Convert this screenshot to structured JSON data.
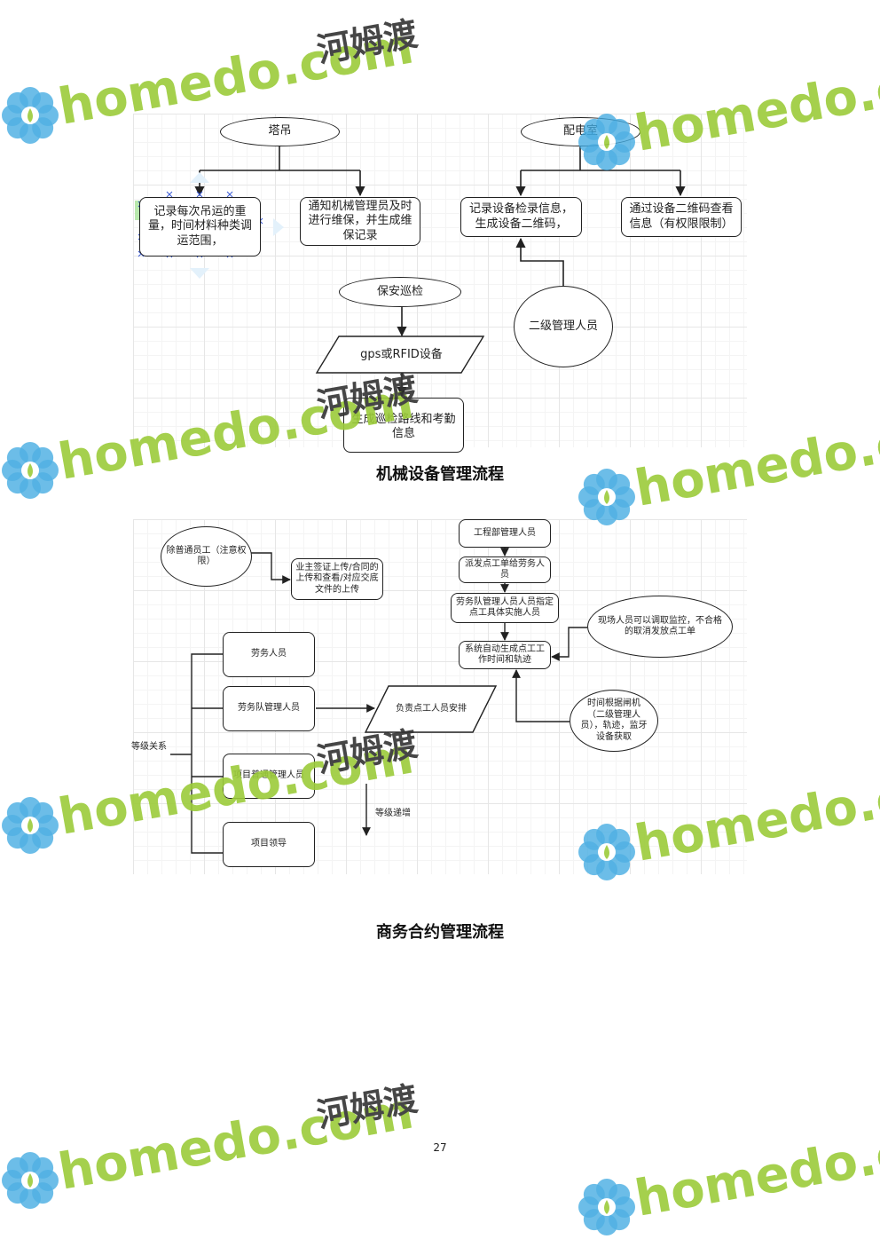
{
  "diagram1": {
    "nodes": {
      "tower_crane": "塔吊",
      "record_lifting": "记录每次吊运的重量，时间材料种类调运范围，",
      "notify_manager": "通知机械管理员及时进行维保，并生成维保记录",
      "power_room": "配电室",
      "record_inspection": "记录设备检录信息，生成设备二维码，",
      "qr_view": "通过设备二维码查看信息（有权限限制）",
      "security_patrol": "保安巡检",
      "gps_rfid": "gps或RFID设备",
      "secondary_manager": "二级管理人员",
      "patrol_route": "生成巡检路线和考勤信息"
    }
  },
  "caption1": "机械设备管理流程",
  "diagram2": {
    "nodes": {
      "except_staff": "除普通员工（注意权限）",
      "owner_upload": "业主签证上传/合同的上传和查看/对应交底文件的上传",
      "eng_manager": "工程部管理人员",
      "dispatch": "派发点工单给劳务人员",
      "labor_team_assign": "劳务队管理人员人员指定点工具体实施人员",
      "auto_generate": "系统自动生成点工工作时间和轨迹",
      "site_monitor": "现场人员可以调取监控，不合格的取消发放点工单",
      "time_gate": "时间根据闸机（二级管理人员），轨迹，监牙设备获取",
      "labor_staff": "劳务人员",
      "labor_team_manager": "劳务队管理人员",
      "responsible_arrange": "负责点工人员安排",
      "project_general_manager": "项目普通管理人员",
      "project_leader": "项目领导"
    },
    "labels": {
      "hierarchy": "等级关系",
      "increment": "等级递增"
    }
  },
  "caption2": "商务合约管理流程",
  "page_number": "27",
  "watermark": {
    "domain_text": "homedo.com",
    "cn_text": "河姆渡",
    "colors": {
      "green": "#9ccc3a",
      "blue": "#3fa9e0",
      "dark": "#333333"
    }
  }
}
